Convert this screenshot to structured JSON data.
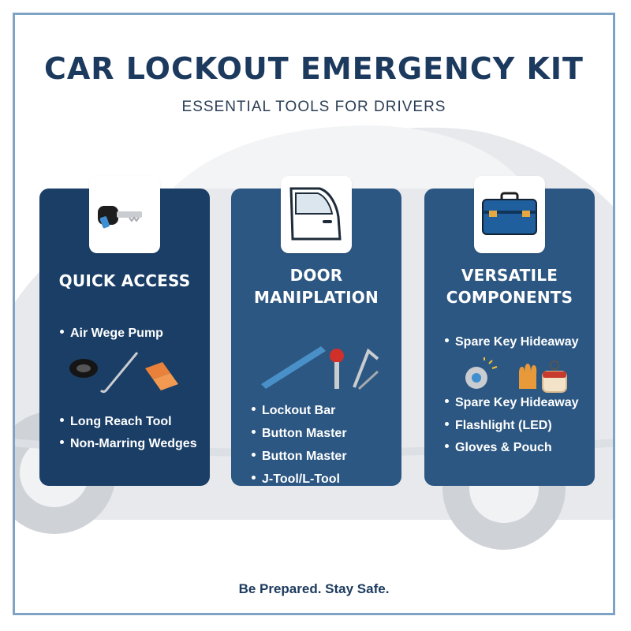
{
  "header": {
    "title": "CAR LOCKOUT EMERGENCY KIT",
    "subtitle": "ESSENTIAL TOOLS FOR DRIVERS"
  },
  "colors": {
    "panel_dark": "#1a3e66",
    "panel_mid": "#2c5782",
    "title": "#1c3a5e",
    "accent_orange": "#e9813a",
    "accent_blue": "#4a90c8"
  },
  "panels": [
    {
      "icon": "car-key-icon",
      "heading_lines": [
        "QUICK ACCESS"
      ],
      "items": [
        "Air Wege Pump",
        "Long Reach Tool",
        "Non-Marring Wedges"
      ],
      "tool_icons": [
        "air-wedge-pump-icon",
        "long-reach-tool-icon",
        "wedges-icon"
      ]
    },
    {
      "icon": "car-door-icon",
      "heading_lines": [
        "DOOR",
        "MANIPLATION"
      ],
      "items": [
        "Lockout Bar",
        "Button Master",
        "Button Master",
        "J-Tool/L-Tool"
      ],
      "tool_icons": [
        "lockout-bar-icon",
        "button-master-icon",
        "j-tool-icon"
      ]
    },
    {
      "icon": "toolbox-icon",
      "heading_lines": [
        "VERSATILE",
        "COMPONENTS"
      ],
      "items_top": [
        "Spare Key Hideaway"
      ],
      "items": [
        "Spare Key Hideaway",
        "Flashlight (LED)",
        "Gloves & Pouch"
      ],
      "tool_icons": [
        "flashlight-icon",
        "gloves-icon",
        "pouch-icon"
      ]
    }
  ],
  "footer": {
    "tagline": "Be Prepared. Stay Safe."
  }
}
